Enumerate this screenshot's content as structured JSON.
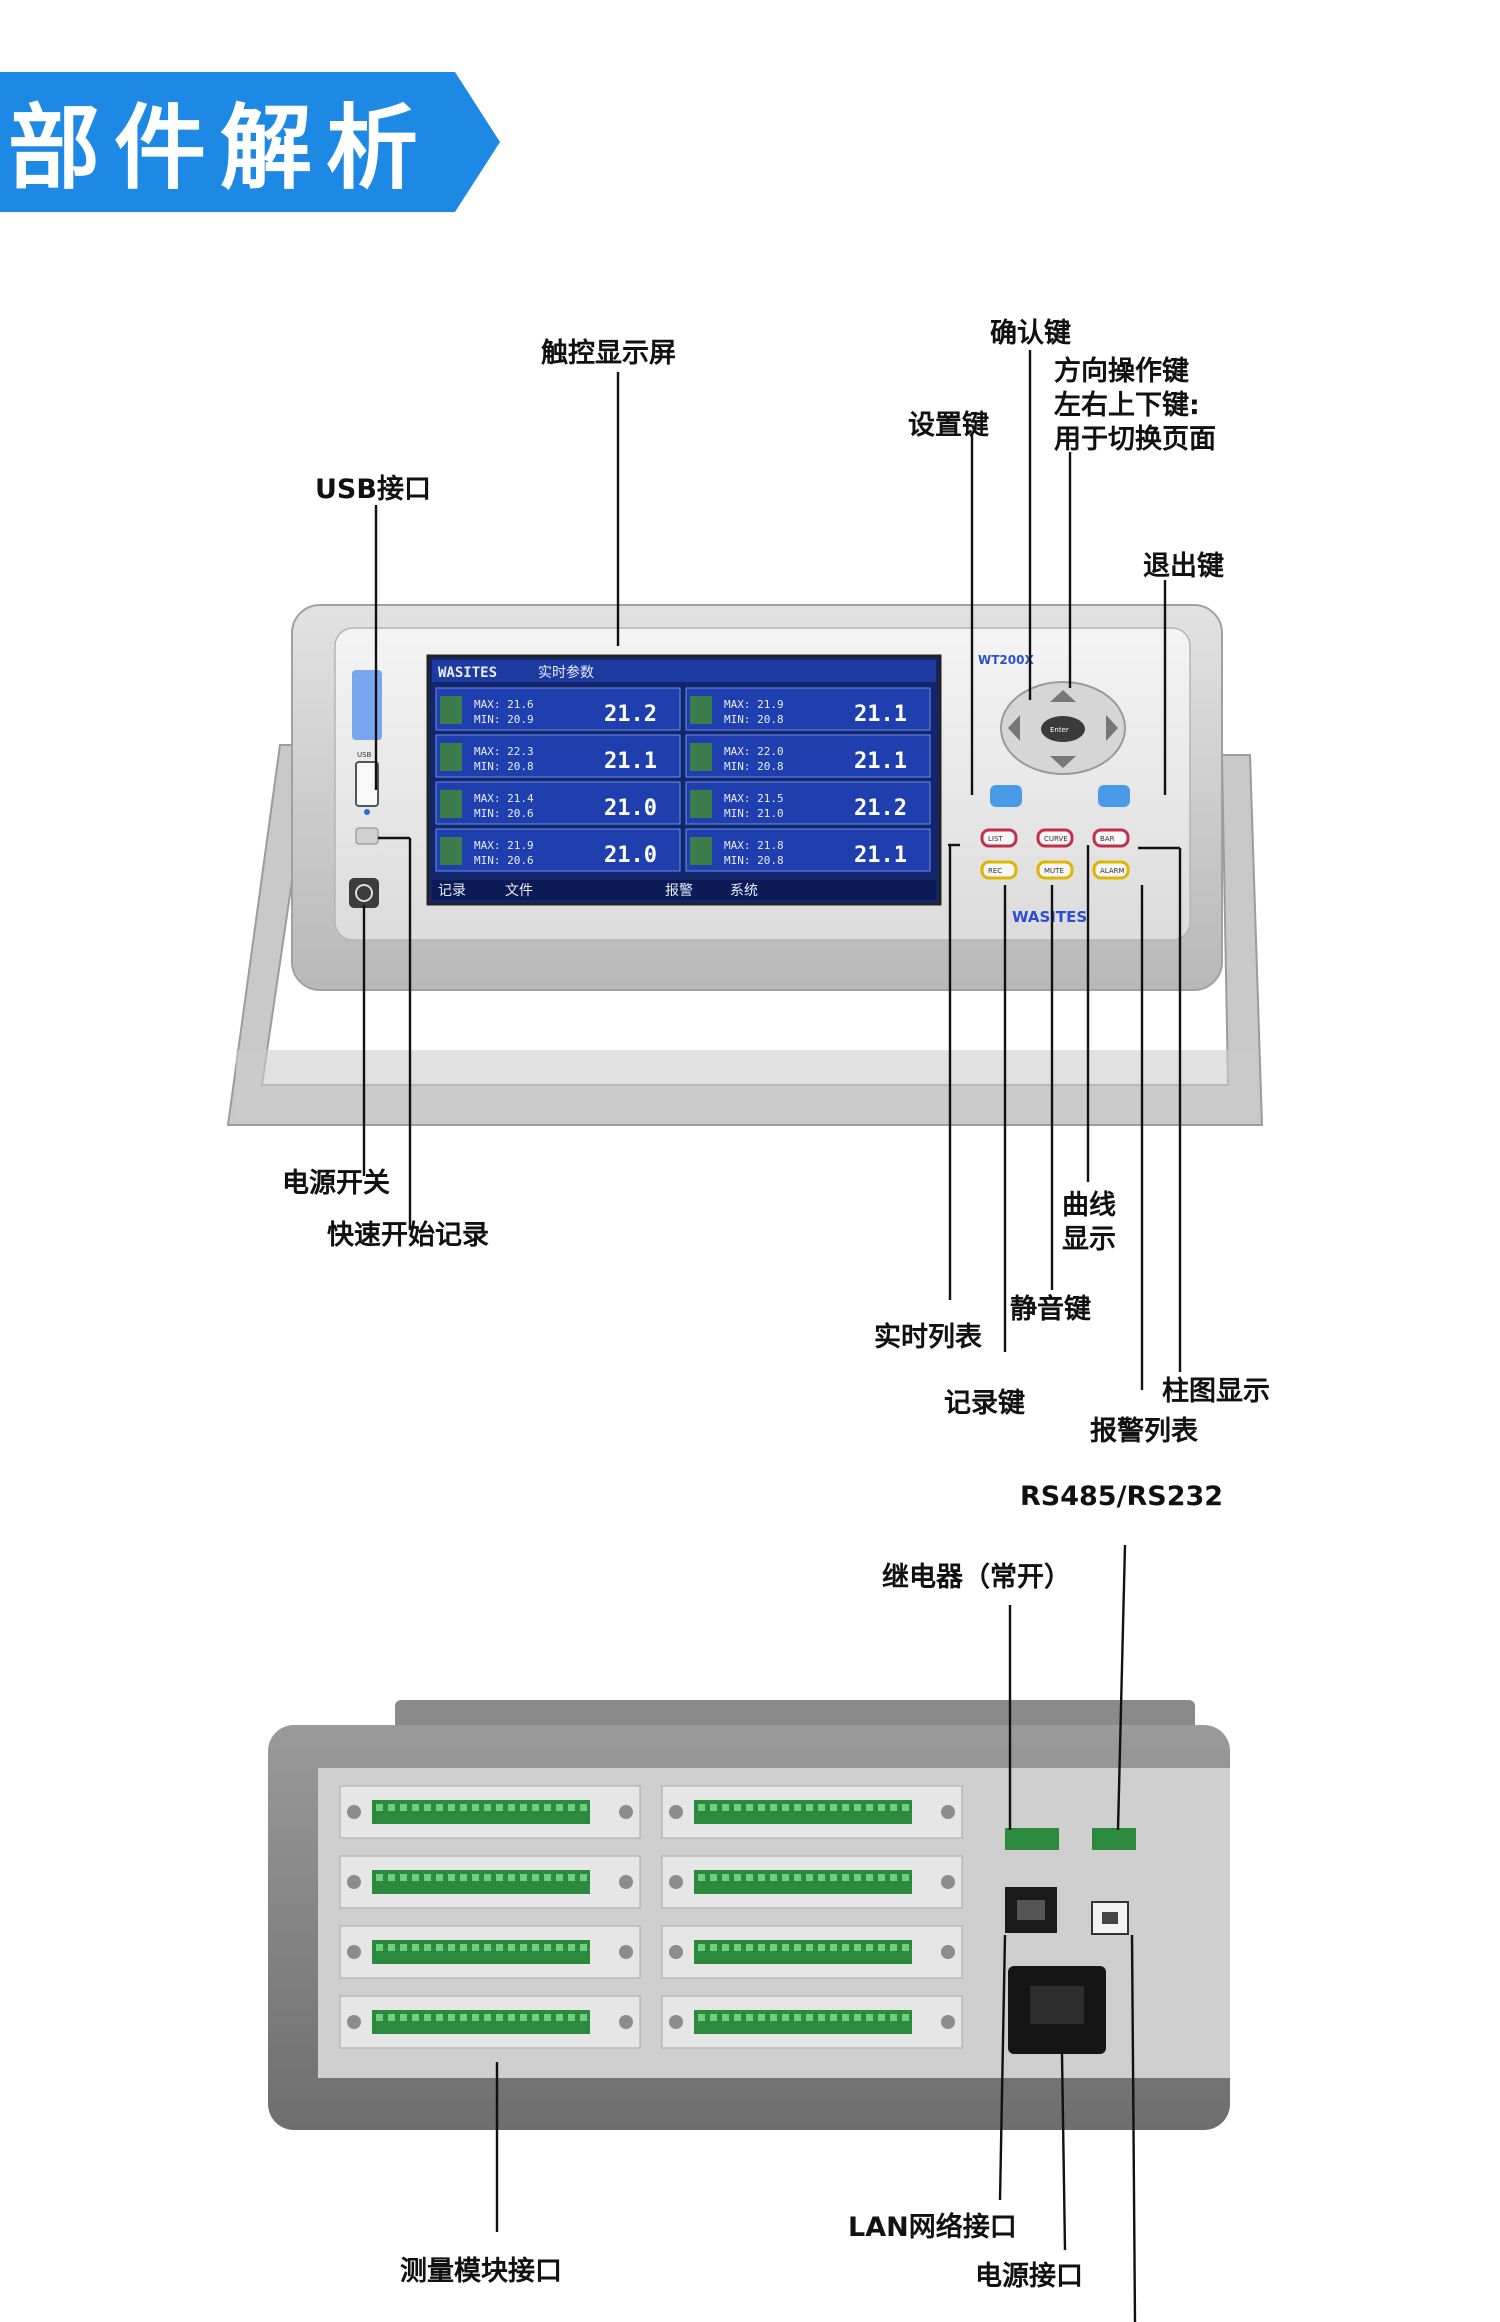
{
  "banner": {
    "title": "部件解析",
    "color": "#1e88e5"
  },
  "front_labels": {
    "touch_screen": "触控显示屏",
    "confirm_key": "确认键",
    "direction_keys": [
      "方向操作键",
      "左右上下键:",
      "用于切换页面"
    ],
    "settings_key": "设置键",
    "usb_port": "USB接口",
    "exit_key": "退出键",
    "power_switch": "电源开关",
    "quick_record": "快速开始记录",
    "curve_display": [
      "曲线",
      "显示"
    ],
    "mute_key": "静音键",
    "realtime_list": "实时列表",
    "record_key": "记录键",
    "bar_display": "柱图显示",
    "alarm_list": "报警列表"
  },
  "rear_labels": {
    "rs485": "RS485/RS232",
    "relay": "继电器（常开）",
    "module_ports": "测量模块接口",
    "lan_port": "LAN网络接口",
    "power_port": "电源接口"
  },
  "screen": {
    "brand": "WASITES",
    "title": "实时参数",
    "readings": [
      {
        "max": "MAX: 21.6",
        "min": "MIN: 20.9",
        "value": "21.2"
      },
      {
        "max": "MAX: 21.9",
        "min": "MIN: 20.8",
        "value": "21.1"
      },
      {
        "max": "MAX: 22.3",
        "min": "MIN: 20.8",
        "value": "21.1"
      },
      {
        "max": "MAX: 22.0",
        "min": "MIN: 20.8",
        "value": "21.1"
      },
      {
        "max": "MAX: 21.4",
        "min": "MIN: 20.6",
        "value": "21.0"
      },
      {
        "max": "MAX: 21.5",
        "min": "MIN: 21.0",
        "value": "21.2"
      },
      {
        "max": "MAX: 21.9",
        "min": "MIN: 20.6",
        "value": "21.0"
      },
      {
        "max": "MAX: 21.8",
        "min": "MIN: 20.8",
        "value": "21.1"
      }
    ],
    "footer": [
      "记录",
      "文件",
      "报警",
      "系统"
    ]
  },
  "device": {
    "model": "WT200X",
    "brand": "WASITES",
    "usb_text": "USB",
    "enter_text": "Enter",
    "keys": [
      "LIST",
      "CURVE",
      "BAR",
      "REC",
      "MUTE",
      "ALARM"
    ]
  }
}
